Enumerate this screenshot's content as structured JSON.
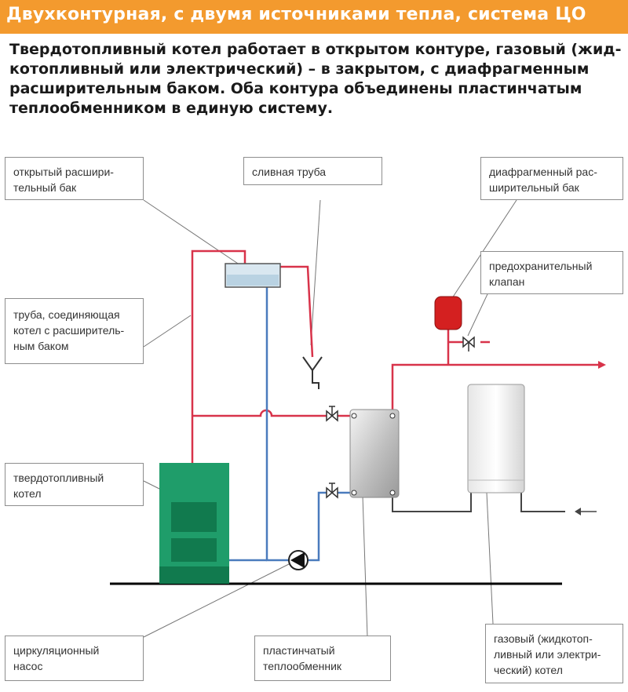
{
  "header": {
    "title": "Двухконтурная, с двумя источниками тепла, система ЦО"
  },
  "intro": {
    "lines": [
      "Твердотопливный котел работает в открытом контуре, газовый (жид-",
      "котопливный или электрический) – в закрытом, с диафрагменным",
      "расширительным баком. Оба контура объединены пластинчатым",
      "теплообменником в единую систему."
    ]
  },
  "labels": {
    "open_tank": [
      "открытый расшири-",
      "тельный бак"
    ],
    "drain_pipe": [
      "сливная труба"
    ],
    "diaphragm_tank": [
      "диафрагменный рас-",
      "ширительный бак"
    ],
    "safety_valve": [
      "предохранительный",
      "клапан"
    ],
    "connecting_pipe": [
      "труба, соединяющая",
      "котел с расширитель-",
      "ным баком"
    ],
    "solid_fuel_boiler": [
      "твердотопливный",
      "котел"
    ],
    "circulation_pump": [
      "циркуляционный",
      "насос"
    ],
    "plate_exchanger": [
      "пластинчатый",
      "теплообменник"
    ],
    "gas_boiler": [
      "газовый (жидкотоп-",
      "ливный или электри-",
      "ческий) котел"
    ]
  },
  "colors": {
    "header_bg": "#f39a2e",
    "hot_pipe": "#d8334a",
    "cold_pipe": "#4a7bbd",
    "boiler": "#1f9d6a",
    "boiler_dark": "#117a4e",
    "diaphragm_tank": "#d42020"
  }
}
